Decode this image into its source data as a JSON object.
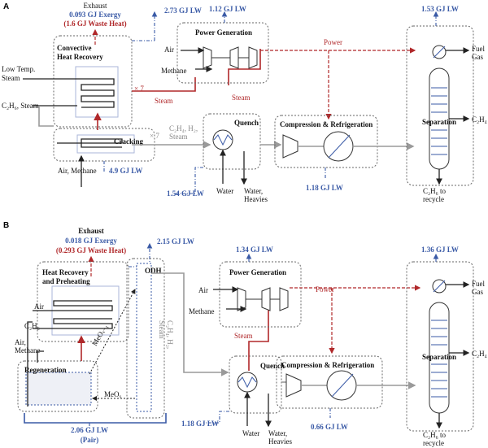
{
  "panel_a": {
    "label": "A",
    "exhaust": {
      "title": "Exhaust",
      "exergy": "0.093 GJ Exergy",
      "waste_heat": "(1.6 GJ Waste Heat)"
    },
    "lw": {
      "heat_recovery": "2.73 GJ LW",
      "power": "1.12 GJ LW",
      "separation": "1.53 GJ LW",
      "cracking": "4.9 GJ  LW",
      "quench": "1.54 GJ LW",
      "compression": "1.18 GJ LW"
    },
    "boxes": {
      "heat_recovery": "Convective\nHeat Recovery",
      "cracking": "Cracking",
      "power": "Power Generation",
      "quench": "Quench",
      "compression": "Compression & Refrigeration",
      "separation": "Separation"
    },
    "streams": {
      "low_temp_steam": "Low Temp.\nSteam",
      "c2h6_steam": "C₂H₆, Steam",
      "air_methane": "Air, Methane",
      "times7_top": "× 7",
      "times7_bottom": "× 7",
      "steam_left": "Steam",
      "steam_mid": "Steam",
      "air": "Air",
      "methane": "Methane",
      "power": "Power",
      "products": "C₂H₄, H₂,\nSteam",
      "water": "Water",
      "water_heavies": "Water,\nHeavies",
      "fuel_gas": "Fuel\nGas",
      "c2h4": "C₂H₄",
      "c2h6_recycle": "C₂H₆ to\nrecycle"
    }
  },
  "panel_b": {
    "label": "B",
    "exhaust": {
      "title": "Exhaust",
      "exergy": "0.018 GJ Exergy",
      "waste_heat": "(0.293 GJ Waste Heat)"
    },
    "lw": {
      "heat_recovery": "2.15 GJ LW",
      "power": "1.34 GJ LW",
      "separation": "1.36 GJ LW",
      "pair": "2.06 GJ LW\n(Pair)",
      "quench": "1.18 GJ LW",
      "compression": "0.66 GJ LW"
    },
    "boxes": {
      "heat_recovery": "Heat Recovery\nand Preheating",
      "regeneration": "Regeneration",
      "odh": "ODH",
      "power": "Power Generation",
      "quench": "Quench",
      "compression": "Compression & Refrigeration",
      "separation": "Separation"
    },
    "streams": {
      "air": "Air",
      "c2h6": "C₂H₆",
      "air_methane": "Air,\nMethane",
      "meox_minus": "MeOₓ₋₁",
      "meox": "MeOₓ",
      "products": "C₂H₄, H₂,\nSteam",
      "steam": "Steam",
      "air_pg": "Air",
      "methane_pg": "Methane",
      "power": "Power",
      "water": "Water",
      "water_heavies": "Water,\nHeavies",
      "fuel_gas": "Fuel\nGas",
      "c2h4": "C₂H₄",
      "c2h6_recycle": "C₂H₆ to\nrecycle"
    }
  }
}
